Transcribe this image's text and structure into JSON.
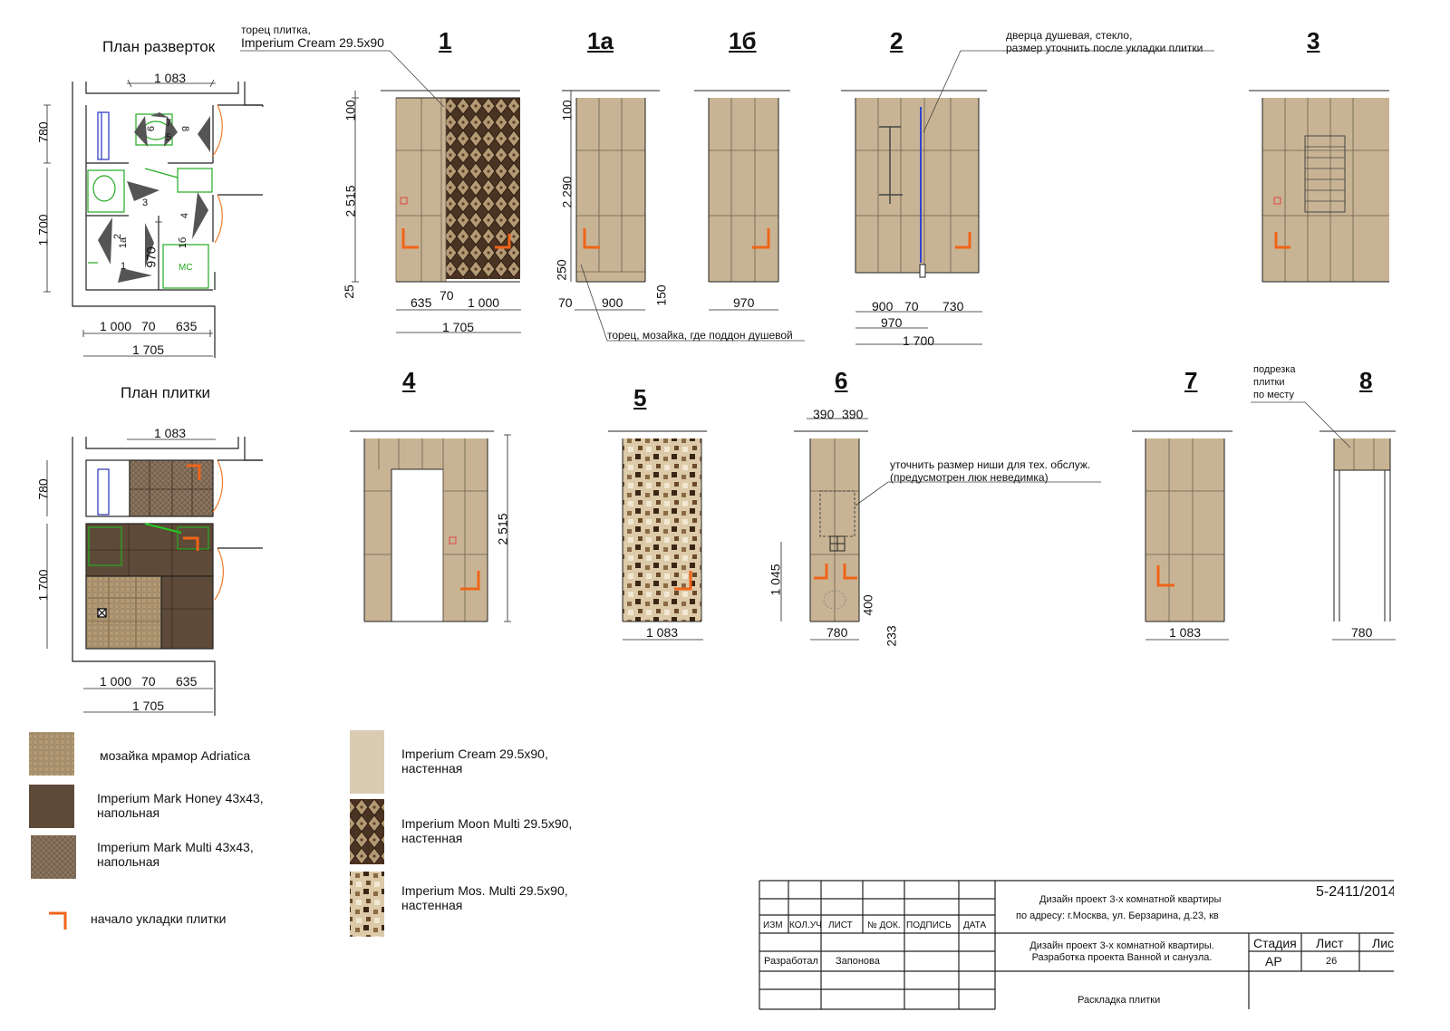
{
  "plans": {
    "unfold_title": "План разверток",
    "tile_title": "План плитки",
    "dim_top": "1 083",
    "dim_780": "780",
    "dim_1700": "1 700",
    "dim_970": "970",
    "dim_1000": "1 000",
    "dim_70": "70",
    "dim_635": "635",
    "dim_1705": "1 705",
    "mc_label": "МС",
    "view_labels": [
      "6",
      "7",
      "5",
      "8",
      "3",
      "2",
      "1а",
      "4",
      "1б",
      "1"
    ]
  },
  "elevations": {
    "e1": {
      "title": "1",
      "dims": [
        "100",
        "2 515",
        "25",
        "635",
        "70",
        "1 000",
        "1 705"
      ]
    },
    "e1a": {
      "title": "1а",
      "dims": [
        "100",
        "2 290",
        "250",
        "70",
        "900",
        "150"
      ]
    },
    "e1b": {
      "title": "1б",
      "dims": [
        "970"
      ]
    },
    "e2": {
      "title": "2",
      "dims": [
        "900",
        "70",
        "730",
        "970",
        "1 700"
      ]
    },
    "e3": {
      "title": "3"
    },
    "e4": {
      "title": "4",
      "dims": [
        "2 515"
      ]
    },
    "e5": {
      "title": "5",
      "dims": [
        "1 083"
      ]
    },
    "e6": {
      "title": "6",
      "dims": [
        "390",
        "390",
        "1 045",
        "400",
        "233",
        "780"
      ]
    },
    "e7": {
      "title": "7",
      "dims": [
        "1 083"
      ]
    },
    "e8": {
      "title": "8",
      "dims": [
        "780"
      ]
    }
  },
  "annotations": {
    "end_cream_1": "торец плитка,",
    "end_cream_2": "Imperium Cream 29.5x90",
    "door_1": "дверца душевая, стекло,",
    "door_2": "размер уточнить после укладки плитки",
    "end_mosaic": "торец, мозайка, где поддон душевой",
    "niche_1": "уточнить размер ниши для тех. обслуж.",
    "niche_2": "(предусмотрен люк неведимка)",
    "trim_1": "подрезка",
    "trim_2": "плитки",
    "trim_3": "по месту"
  },
  "legend": {
    "items": [
      {
        "name": "мозайка мрамор Adriatica"
      },
      {
        "name": "Imperium Mark Honey 43x43,",
        "sub": "напольная"
      },
      {
        "name": "Imperium Mark Multi 43x43,",
        "sub": "напольная"
      },
      {
        "name": "Imperium Cream 29.5x90,",
        "sub": "настенная"
      },
      {
        "name": "Imperium Moon Multi 29.5x90,",
        "sub": "настенная"
      },
      {
        "name": "Imperium Mos. Multi 29.5x90,",
        "sub": "настенная"
      }
    ],
    "start": "начало укладки плитки"
  },
  "title_block": {
    "project_title": "Дизайн проект 3-х комнатной квартиры",
    "address": "по адресу: г.Москва, ул. Берзарина, д.23, кв",
    "code": "5-2411/2014",
    "cols": [
      "ИЗМ",
      "КОЛ.УЧ",
      "ЛИСТ",
      "№ ДОК.",
      "ПОДПИСЬ",
      "ДАТА"
    ],
    "developed_label": "Разработал",
    "developed_name": "Запонова",
    "description_1": "Дизайн проект 3-х комнатной квартиры.",
    "description_2": "Разработка проекта Ванной и санузла.",
    "stage_label": "Стадия",
    "sheet_label": "Лист",
    "sheets_label": "Листов",
    "stage_value": "АР",
    "sheet_value": "26",
    "drawing_name": "Раскладка плитки"
  },
  "colors": {
    "cream": "#c8b494",
    "cream_line": "#6b5f4f",
    "moon_bg": "#4a3322",
    "arrow": "#f06418",
    "fixture_green": "#22aa22",
    "fixture_blue": "#3344cc",
    "floor_honey": "#5e4a38",
    "floor_multi": "#8a7660"
  }
}
